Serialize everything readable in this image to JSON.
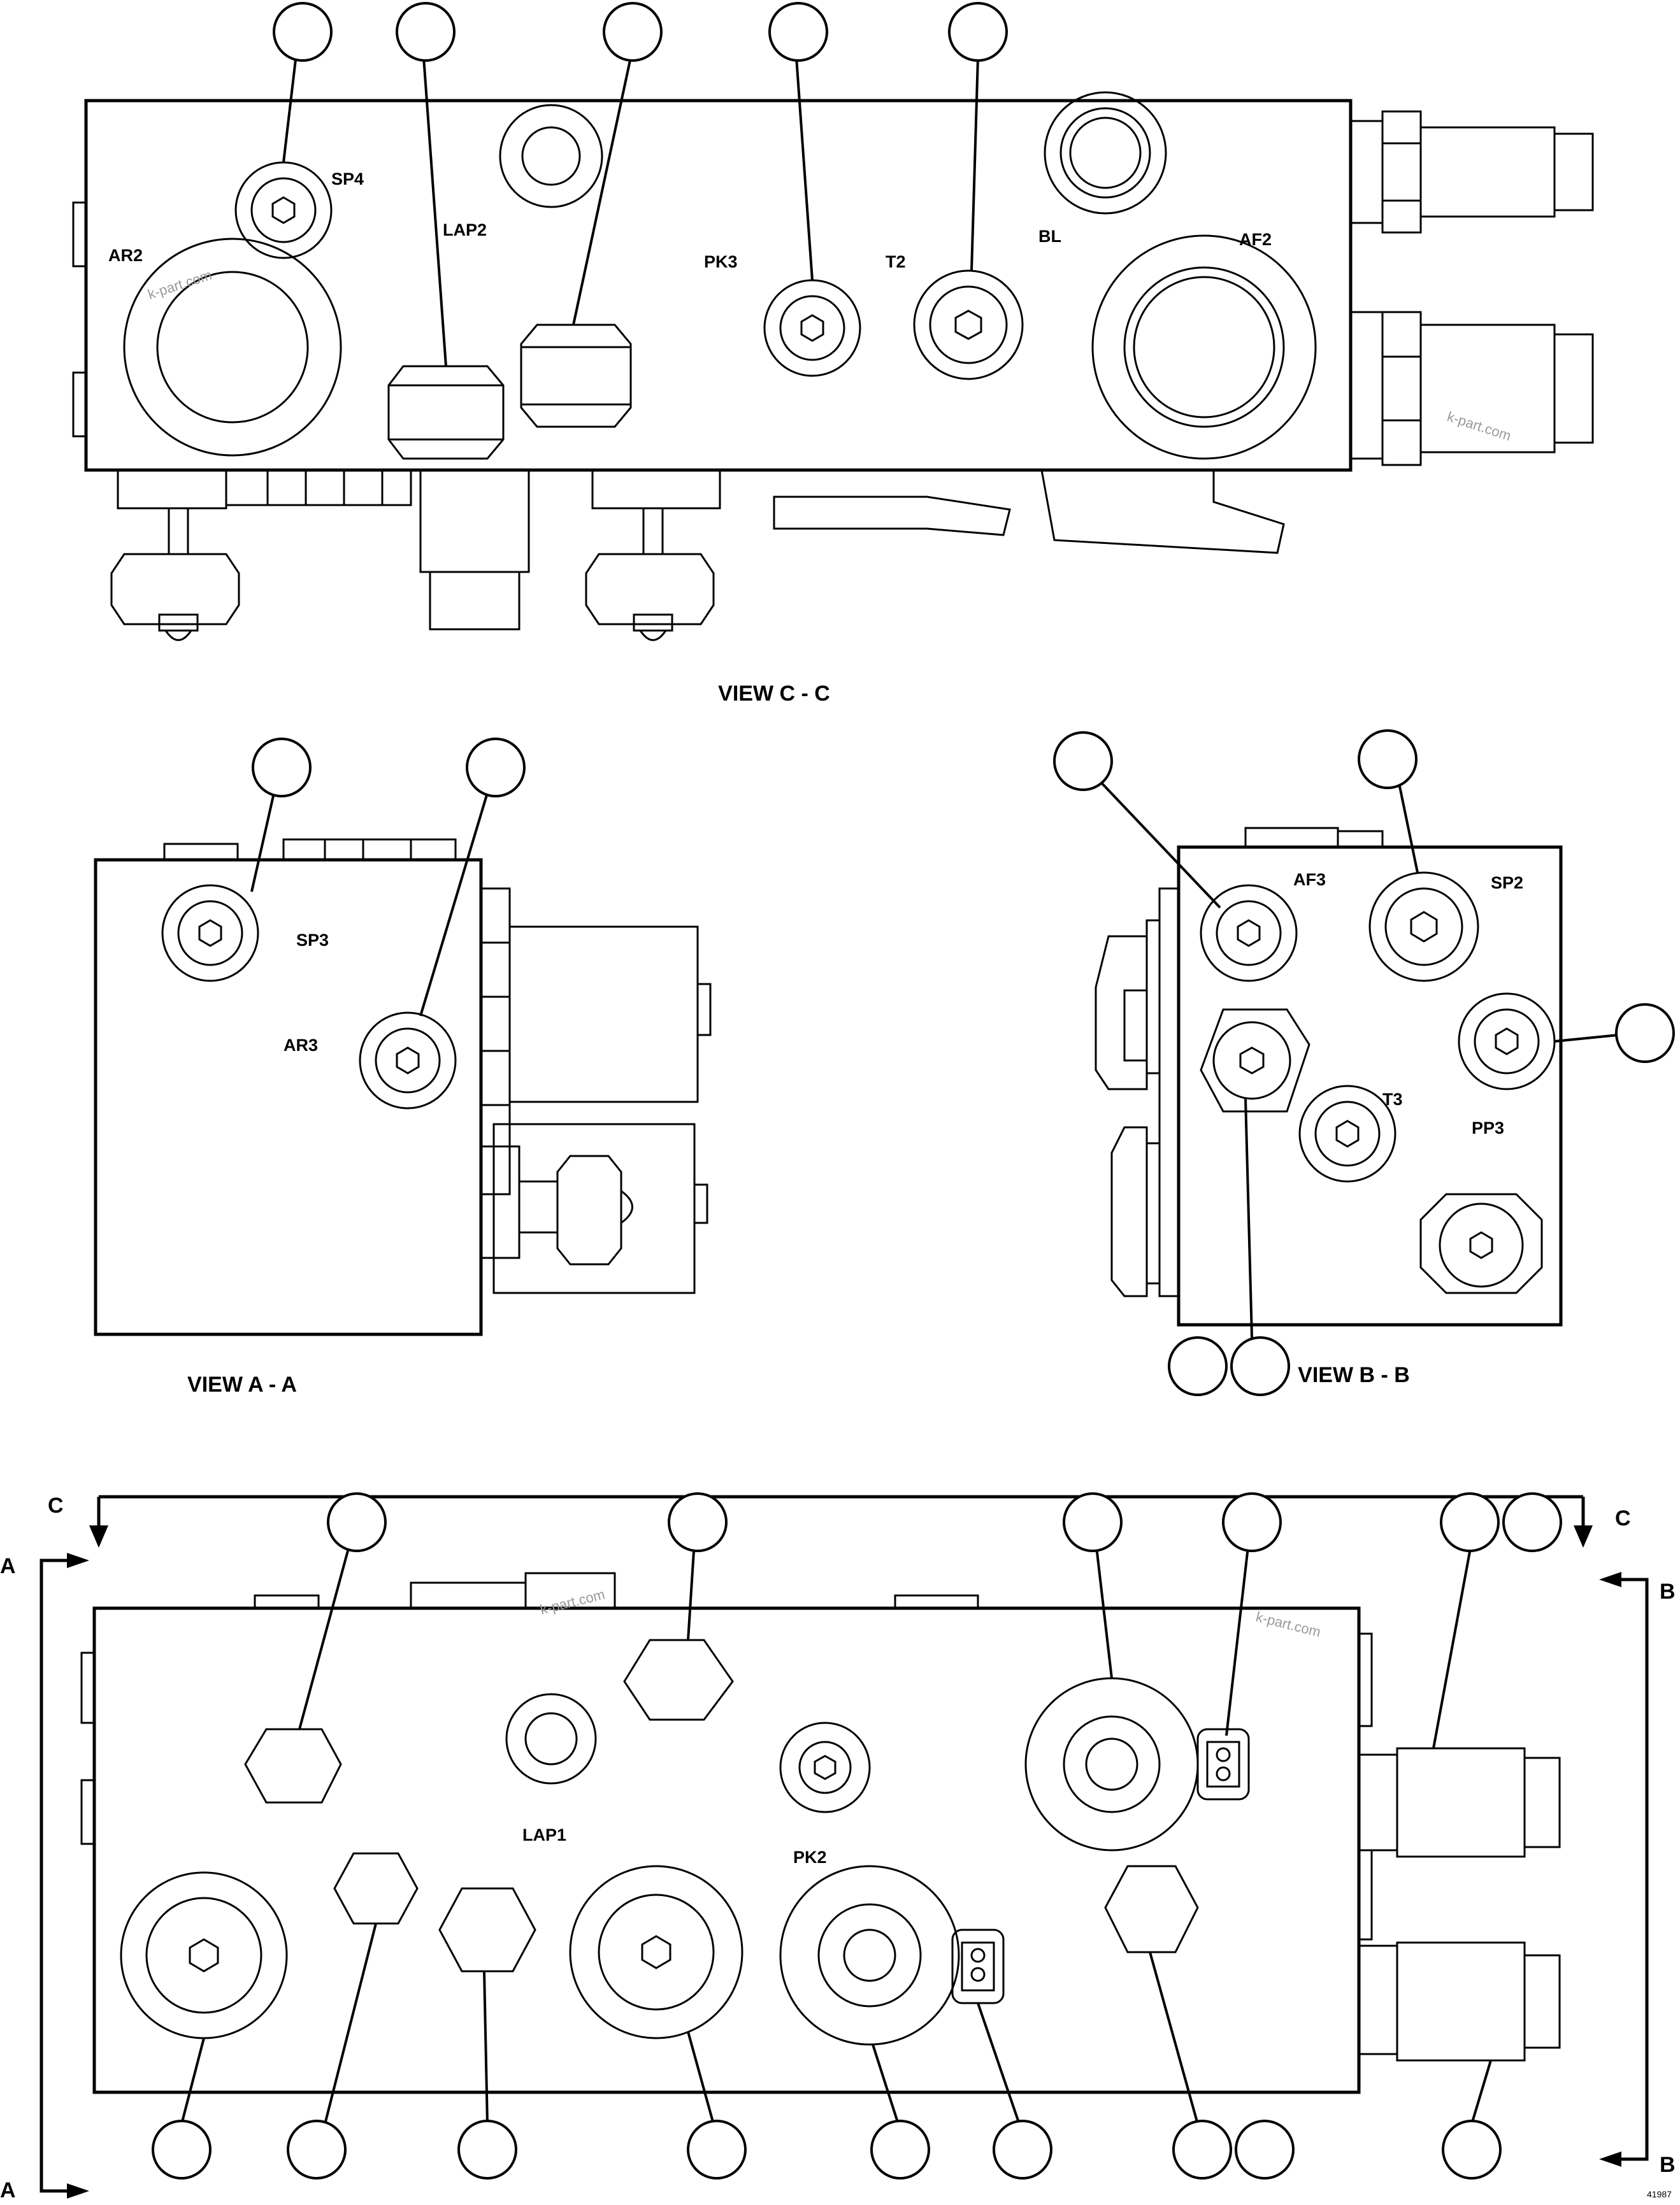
{
  "views": {
    "c": {
      "title": "VIEW C - C",
      "ports": [
        "SP4",
        "AR2",
        "LAP2",
        "PK3",
        "T2",
        "BL",
        "AF2"
      ]
    },
    "a": {
      "title": "VIEW A - A",
      "ports": [
        "SP3",
        "AR3"
      ]
    },
    "b": {
      "title": "VIEW B - B",
      "ports": [
        "AF3",
        "SP2",
        "T3",
        "PP3"
      ]
    },
    "main": {
      "ports": [
        "LAP1",
        "PK2"
      ]
    }
  },
  "sections": {
    "c": "C",
    "a": "A",
    "b": "B"
  },
  "watermark": "k-part.com",
  "ref_number": "41987",
  "colors": {
    "line": "#000000",
    "background": "#ffffff",
    "watermark": "#9a9a9a"
  }
}
